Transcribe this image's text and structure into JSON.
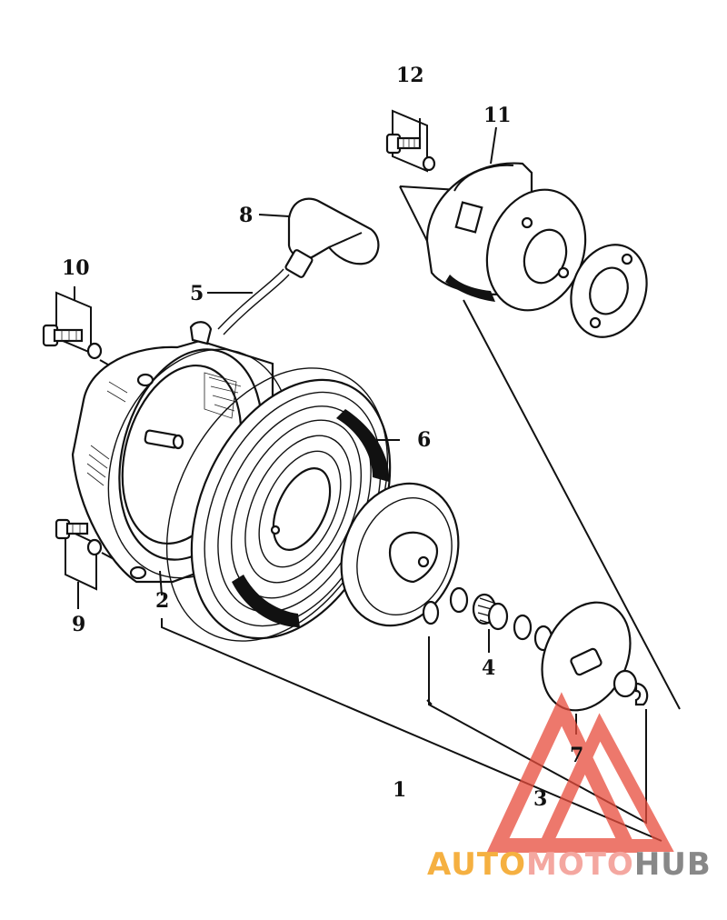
{
  "callouts": {
    "c1": "1",
    "c2": "2",
    "c3": "3",
    "c4": "4",
    "c5": "5",
    "c6": "6",
    "c7": "7",
    "c8": "8",
    "c9": "9",
    "c10": "10",
    "c11": "11",
    "c12": "12"
  },
  "watermark": {
    "part1": "AUTO",
    "part2": "MOTO",
    "part3": "HUB",
    "color1": "#f5b041",
    "color2": "#f4a7a0",
    "color3": "#888888",
    "logo_color": "#e74c3c"
  }
}
